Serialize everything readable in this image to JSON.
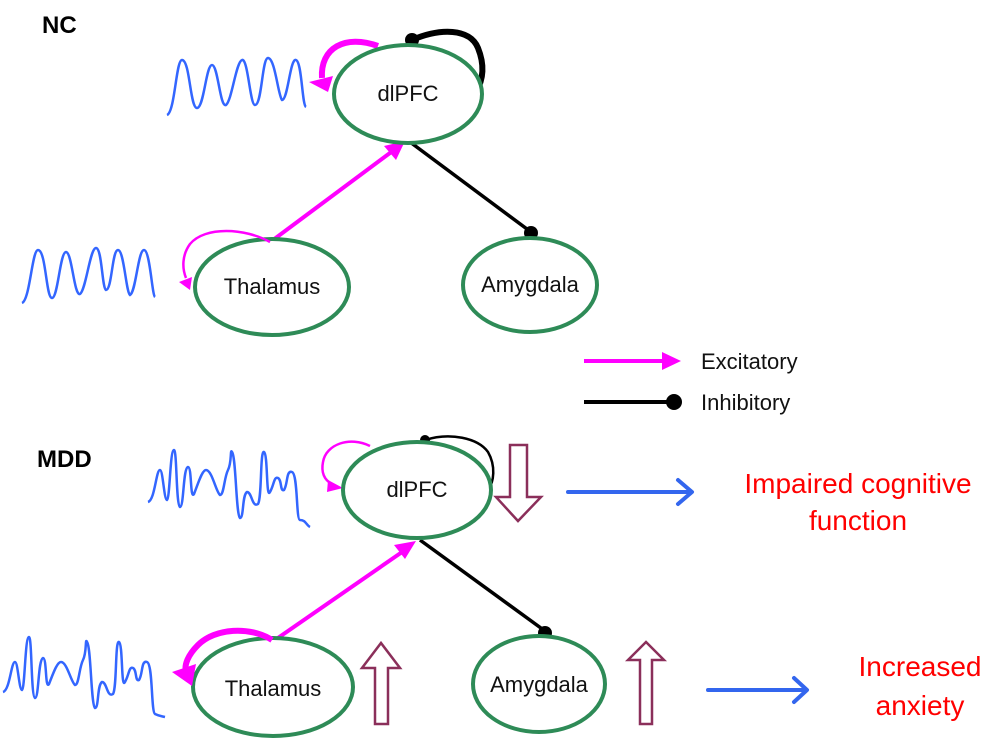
{
  "colors": {
    "node_stroke": "#2e8b57",
    "excitatory": "#ff00ff",
    "inhibitory": "#000000",
    "wave": "#3366ff",
    "change_arrow": "#8b2f5a",
    "outcome_arrow": "#3366ee",
    "outcome_text": "#ff0000"
  },
  "panels": {
    "nc": {
      "label": "NC",
      "nodes": {
        "dlpfc": "dlPFC",
        "thalamus": "Thalamus",
        "amygdala": "Amygdala"
      }
    },
    "mdd": {
      "label": "MDD",
      "nodes": {
        "dlpfc": "dlPFC",
        "thalamus": "Thalamus",
        "amygdala": "Amygdala"
      },
      "changes": {
        "dlpfc": "decrease",
        "thalamus": "increase",
        "amygdala": "increase"
      },
      "outcomes": {
        "cognitive_line1": "Impaired cognitive",
        "cognitive_line2": "function",
        "anxiety_line1": "Increased",
        "anxiety_line2": "anxiety"
      }
    }
  },
  "legend": {
    "excitatory": "Excitatory",
    "inhibitory": "Inhibitory"
  }
}
